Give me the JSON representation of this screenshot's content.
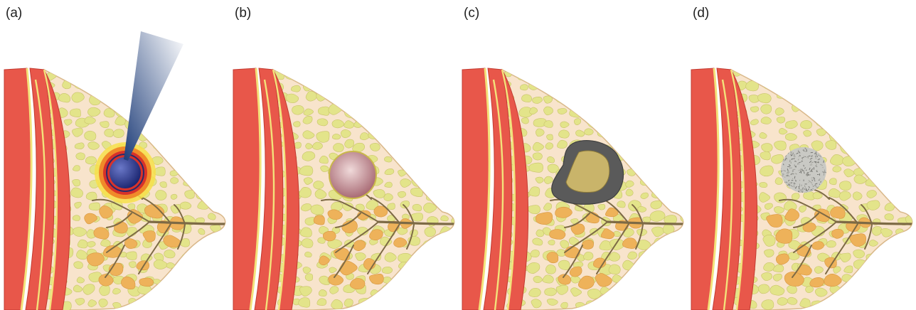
{
  "panels": [
    {
      "id": "a",
      "label": "(a)",
      "lesion": "ablation-probe"
    },
    {
      "id": "b",
      "label": "(b)",
      "lesion": "smooth-spherical-mass"
    },
    {
      "id": "c",
      "label": "(c)",
      "lesion": "necrotic-cavity"
    },
    {
      "id": "d",
      "label": "(d)",
      "lesion": "granular-residual-mass"
    }
  ],
  "colors": {
    "muscle": "#e8574a",
    "muscle_line": "#c23a30",
    "fascia": "#f3e27a",
    "breast_fill": "#f8e4cc",
    "breast_outline": "#d9b88a",
    "fat_lobule": "#e3e48a",
    "fat_lobule_stroke": "#c9c46a",
    "gland": "#eeb25a",
    "duct": "#7d6a45",
    "probe_light": "#ffffff",
    "probe_dark": "#1d3c78",
    "ablation_halo_outer": "#f7e04a",
    "ablation_halo_mid": "#f08a2a",
    "ablation_halo_inner": "#d8322a",
    "ablation_core": "#1b2570",
    "mass_b": "#c98a90",
    "cavity_rim": "#5a5a5a",
    "cavity_fill": "#c9b46a",
    "residual_mass": "#c9c9c4"
  }
}
